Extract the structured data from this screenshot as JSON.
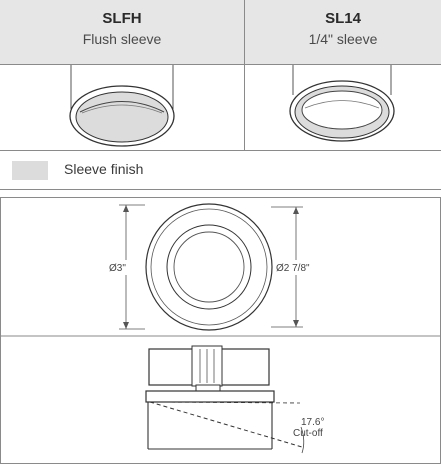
{
  "products": [
    {
      "model": "SLFH",
      "description": "Flush sleeve"
    },
    {
      "model": "SL14",
      "description": "1/4\" sleeve"
    }
  ],
  "legend": {
    "label": "Sleeve finish",
    "swatch_color": "#dcdcdc"
  },
  "dimensions": {
    "outer_diameter": "Ø3\"",
    "flange_diameter": "Ø2 7/8\"",
    "cutoff_angle": "17.6°",
    "cutoff_label": "Cut-off"
  },
  "colors": {
    "header_bg": "#e6e6e6",
    "line": "#8a8a8a",
    "sleeve_fill": "#dcdcdc"
  }
}
